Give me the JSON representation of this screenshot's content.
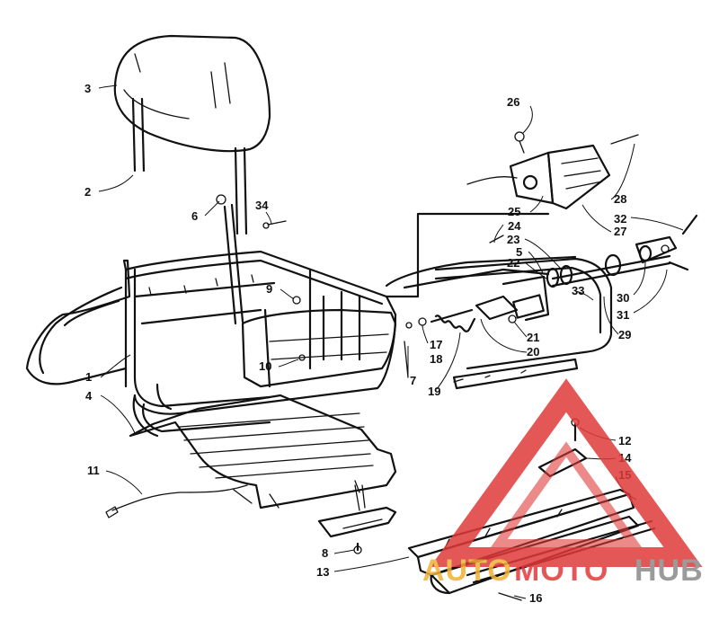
{
  "callouts": [
    {
      "num": "1"
    },
    {
      "num": "2"
    },
    {
      "num": "3"
    },
    {
      "num": "4"
    },
    {
      "num": "5"
    },
    {
      "num": "6"
    },
    {
      "num": "7"
    },
    {
      "num": "8"
    },
    {
      "num": "9"
    },
    {
      "num": "10"
    },
    {
      "num": "11"
    },
    {
      "num": "12"
    },
    {
      "num": "13"
    },
    {
      "num": "14"
    },
    {
      "num": "15"
    },
    {
      "num": "16"
    },
    {
      "num": "17"
    },
    {
      "num": "18"
    },
    {
      "num": "19"
    },
    {
      "num": "20"
    },
    {
      "num": "21"
    },
    {
      "num": "22"
    },
    {
      "num": "23"
    },
    {
      "num": "24"
    },
    {
      "num": "25"
    },
    {
      "num": "26"
    },
    {
      "num": "27"
    },
    {
      "num": "28"
    },
    {
      "num": "29"
    },
    {
      "num": "30"
    },
    {
      "num": "31"
    },
    {
      "num": "32"
    },
    {
      "num": "33"
    },
    {
      "num": "34"
    }
  ],
  "watermark": {
    "part1": "AUTO",
    "part2": "MOTO",
    "part3": "HUB",
    "color_red": "#e03a3a",
    "color_orange": "#f2b134",
    "color_gray": "#8a8a8a"
  }
}
